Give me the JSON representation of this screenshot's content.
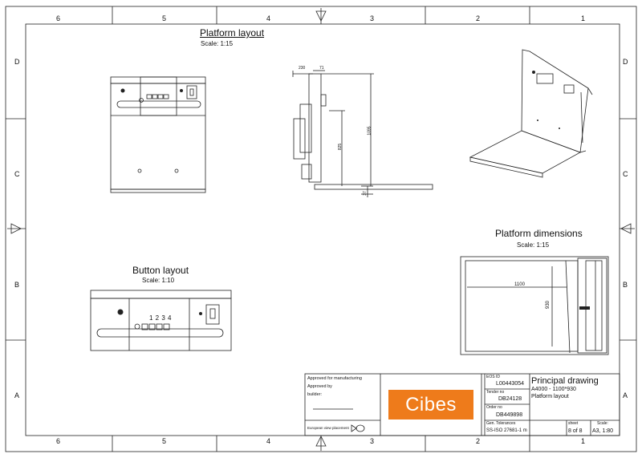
{
  "zones": {
    "top": [
      "6",
      "5",
      "4",
      "3",
      "2",
      "1"
    ],
    "bottom": [
      "6",
      "5",
      "4",
      "3",
      "2",
      "1"
    ],
    "left": [
      "D",
      "C",
      "B",
      "A"
    ],
    "right": [
      "D",
      "C",
      "B",
      "A"
    ]
  },
  "views": {
    "platform_layout": {
      "title": "Platform layout",
      "scale": "Scale: 1:15"
    },
    "button_layout": {
      "title": "Button layout",
      "scale": "Scale: 1:10",
      "digits": "1 2 3 4"
    },
    "platform_dimensions": {
      "title": "Platform dimensions",
      "scale": "Scale: 1:15",
      "width": "1100",
      "depth": "930"
    },
    "side_dims": {
      "d230": "230",
      "d71": "71",
      "d1095": "1095",
      "d825": "825",
      "d37": "37"
    }
  },
  "title_block": {
    "approved_manufacturing": "Approved for manufacturing",
    "approved_by": "Approved by",
    "builder": "builder:",
    "projection": "European view placement",
    "logo": "Cibes",
    "eos_id_label": "EOS ID",
    "eos_id": "L00443054",
    "tender_label": "Tender no",
    "tender": "DB24128",
    "order_label": "Order no",
    "order": "DB449898",
    "tolerances_label": "Gen. Tolerances",
    "tolerances": "SS-ISO 27681-1 m",
    "drawing_title": "Principal drawing",
    "model": "A4000 - 1100*930",
    "subtitle": "Platform layout",
    "sheet_label": "sheet",
    "sheet": "8 of 8",
    "scale_label": "Scale:",
    "scale": "A3, 1:80"
  }
}
